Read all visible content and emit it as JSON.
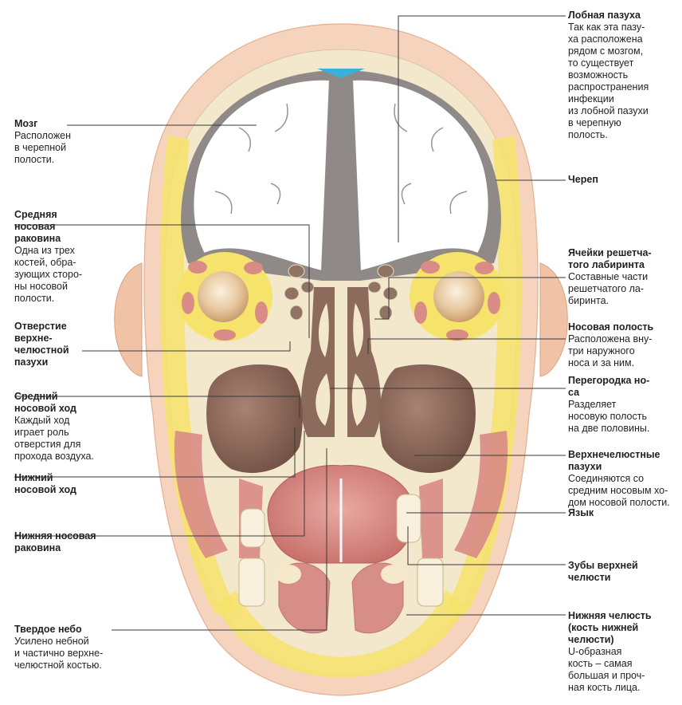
{
  "labels": {
    "brain": {
      "title": [
        "Мозг"
      ],
      "desc": [
        "Расположен",
        "в черепной",
        "полости."
      ]
    },
    "middle_concha": {
      "title": [
        "Средняя",
        "носовая",
        "раковина"
      ],
      "desc": [
        "Одна из трех",
        "костей, обра-",
        "зующих сторо-",
        "ны носовой",
        "полости."
      ]
    },
    "maxillary_opening": {
      "title": [
        "Отверстие",
        "верхне-",
        "челюстной",
        "пазухи"
      ],
      "desc": []
    },
    "middle_meatus": {
      "title": [
        "Средний",
        "носовой ход"
      ],
      "desc": [
        "Каждый ход",
        "играет роль",
        "отверстия для",
        "прохода воздуха."
      ]
    },
    "inferior_meatus": {
      "title": [
        "Нижний",
        "носовой ход"
      ],
      "desc": []
    },
    "inferior_concha": {
      "title": [
        "Нижняя носовая",
        "раковина"
      ],
      "desc": []
    },
    "hard_palate": {
      "title": [
        "Твердое небо"
      ],
      "desc": [
        "Усилено небной",
        "и частично верхне-",
        "челюстной костью."
      ]
    },
    "frontal_sinus": {
      "title": [
        "Лобная пазуха"
      ],
      "desc": [
        "Так как эта пазу-",
        "ха расположена",
        "рядом с мозгом,",
        "то существует",
        "возможность",
        "распространения",
        "инфекции",
        "из лобной пазухи",
        "в черепную",
        "полость."
      ]
    },
    "skull": {
      "title": [
        "Череп"
      ],
      "desc": []
    },
    "ethmoid_cells": {
      "title": [
        "Ячейки решетча-",
        "того лабиринта"
      ],
      "desc": [
        "Составные части",
        "решетчатого ла-",
        "биринта."
      ]
    },
    "nasal_cavity": {
      "title": [
        "Носовая полость"
      ],
      "desc": [
        "Расположена вну-",
        "три наружного",
        "носа и за ним."
      ]
    },
    "septum": {
      "title": [
        "Перегородка но-",
        "са"
      ],
      "desc": [
        "Разделяет",
        "носовую полость",
        "на две половины."
      ]
    },
    "maxillary_sinuses": {
      "title": [
        "Верхнечелюстные",
        "пазухи"
      ],
      "desc": [
        "Соединяются со",
        "средним носовым хо-",
        "дом носовой полости."
      ]
    },
    "tongue": {
      "title": [
        "Язык"
      ],
      "desc": []
    },
    "upper_teeth": {
      "title": [
        "Зубы верхней",
        "челюсти"
      ],
      "desc": []
    },
    "mandible": {
      "title": [
        "Нижняя челюсть",
        "(кость нижней",
        "челюсти)"
      ],
      "desc": [
        "U-образная",
        "кость – самая",
        "большая и проч-",
        "ная кость лица."
      ]
    }
  },
  "colors": {
    "skin": "#f6d3bd",
    "skin_dark": "#eab899",
    "bone": "#f3e7cc",
    "fat": "#f6e36b",
    "muscle": "#d98b86",
    "sinus": "#8c6a5c",
    "brain_white": "#ffffff",
    "csf_blue": "#3ab0d8",
    "eye": "#e8c79c"
  }
}
